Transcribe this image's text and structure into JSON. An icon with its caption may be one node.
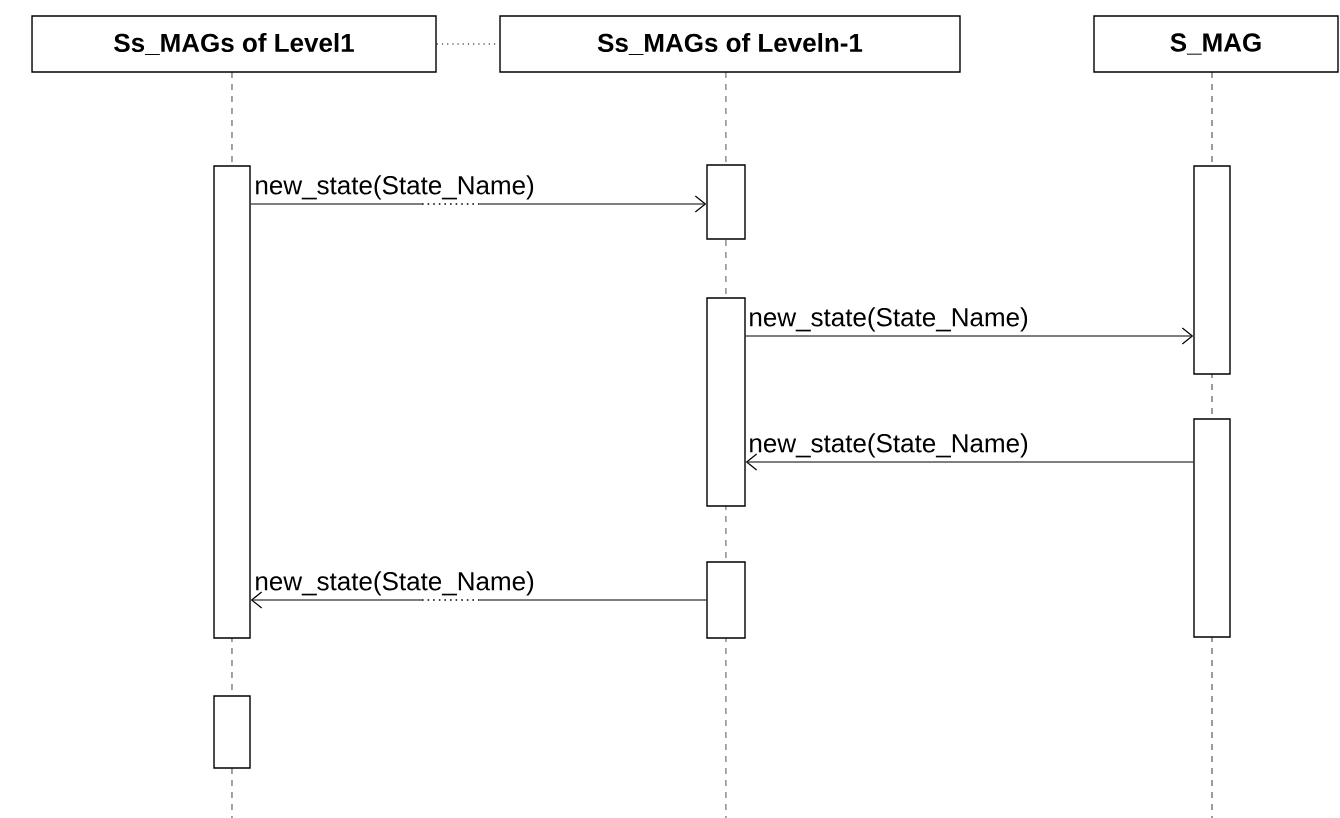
{
  "diagram": {
    "nodes": [
      {
        "text": [
          "Ss_MAGs of Level1"
        ]
      },
      {
        "text": [
          "Ss_MAGs of Leveln-1"
        ]
      },
      {
        "text": [
          "S_MAG"
        ]
      },
      {
        "text": [],
        "shape": "box"
      },
      {
        "text": [],
        "shape": "box"
      },
      {
        "text": [],
        "shape": "box"
      },
      {
        "text": [],
        "shape": "box"
      },
      {
        "text": [],
        "shape": "box"
      },
      {
        "text": [],
        "shape": "box"
      },
      {
        "text": [],
        "shape": "box"
      }
    ],
    "edges": [
      {
        "from": 0,
        "to": 1,
        "arrow": "none",
        "style": "dashed"
      },
      {
        "from": 3,
        "to": 5,
        "arrow": "to",
        "label": "new_state(State_Name)"
      },
      {
        "from": 6,
        "to": 8,
        "arrow": "to",
        "label": "new_state(State_Name)"
      },
      {
        "from": 9,
        "to": 6,
        "arrow": "to",
        "label": "new_state(State_Name)"
      },
      {
        "from": 7,
        "to": 3,
        "arrow": "to",
        "label": "new_state(State_Name)"
      }
    ]
  }
}
